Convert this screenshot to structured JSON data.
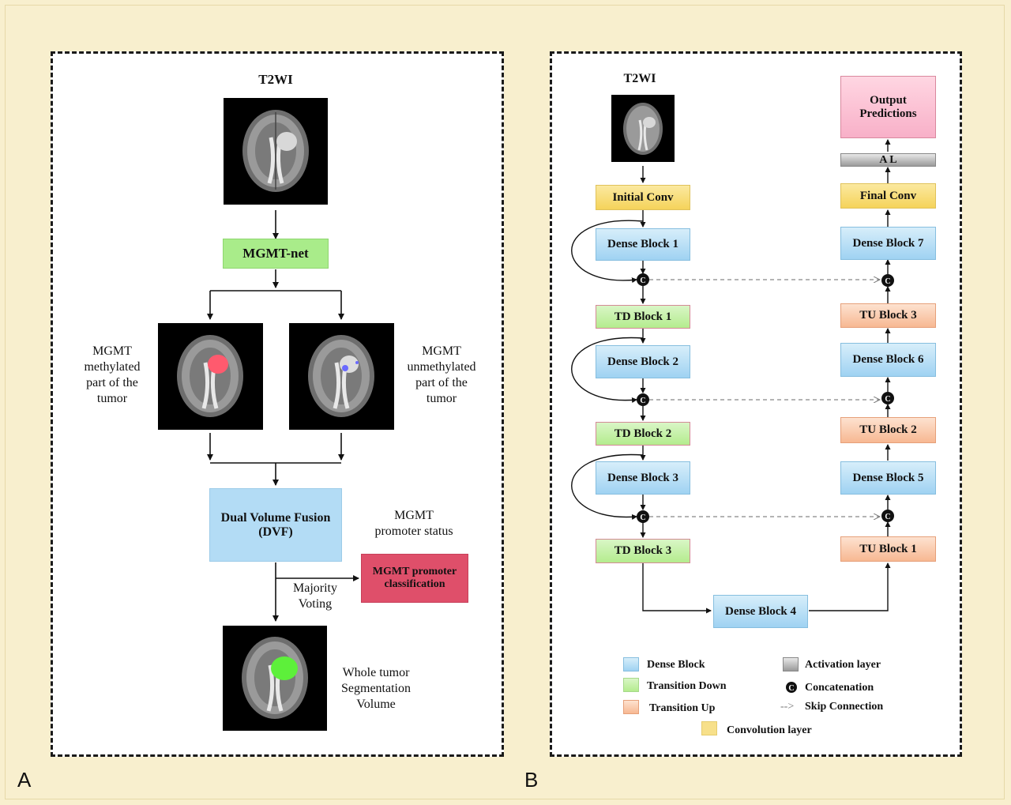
{
  "panel_a": {
    "label": "A",
    "title": "T2WI",
    "mgmt_net": "MGMT-net",
    "methylated": [
      "MGMT",
      "methylated",
      "part of the",
      "tumor"
    ],
    "unmethylated": [
      "MGMT",
      "unmethylated",
      "part of the",
      "tumor"
    ],
    "dvf": [
      "Dual Volume Fusion",
      "(DVF)"
    ],
    "promoter_status": [
      "MGMT",
      "promoter status"
    ],
    "promoter_class": [
      "MGMT promoter",
      "classification"
    ],
    "majority": [
      "Majority",
      "Voting"
    ],
    "whole_tumor": [
      "Whole tumor",
      "Segmentation",
      "Volume"
    ]
  },
  "panel_b": {
    "label": "B",
    "title": "T2WI",
    "output": [
      "Output",
      "Predictions"
    ],
    "activation": "A L",
    "initial_conv": "Initial Conv",
    "final_conv": "Final Conv",
    "dense1": "Dense Block 1",
    "dense2": "Dense Block 2",
    "dense3": "Dense Block 3",
    "dense4": "Dense Block 4",
    "dense5": "Dense Block 5",
    "dense6": "Dense Block 6",
    "dense7": "Dense Block 7",
    "td1": "TD Block 1",
    "td2": "TD Block 2",
    "td3": "TD Block 3",
    "tu1": "TU Block 1",
    "tu2": "TU Block 2",
    "tu3": "TU Block 3",
    "concat_symbol": "C",
    "legend": {
      "dense": "Dense Block",
      "td": "Transition Down",
      "tu": "Transition Up",
      "conv": "Convolution layer",
      "activation": "Activation layer",
      "concat": "Concatenation",
      "skip": "Skip Connection",
      "skip_arrow": "-->"
    }
  },
  "colors": {
    "background": "#f8efce",
    "dense_block": "#9fd2f2",
    "transition_down": "#b4ec8e",
    "transition_up": "#f7b892",
    "convolution": "#f5d35a",
    "activation": "#9a9a9a",
    "mgmt_net": "#a9ec8a",
    "dvf": "#b3dcf5",
    "promoter": "#df4f6a",
    "output": "#f8b0c8",
    "methylated_overlay": "#ff5a6e",
    "unmethylated_overlay": "#6a6aff",
    "whole_tumor_overlay": "#5df03a"
  }
}
